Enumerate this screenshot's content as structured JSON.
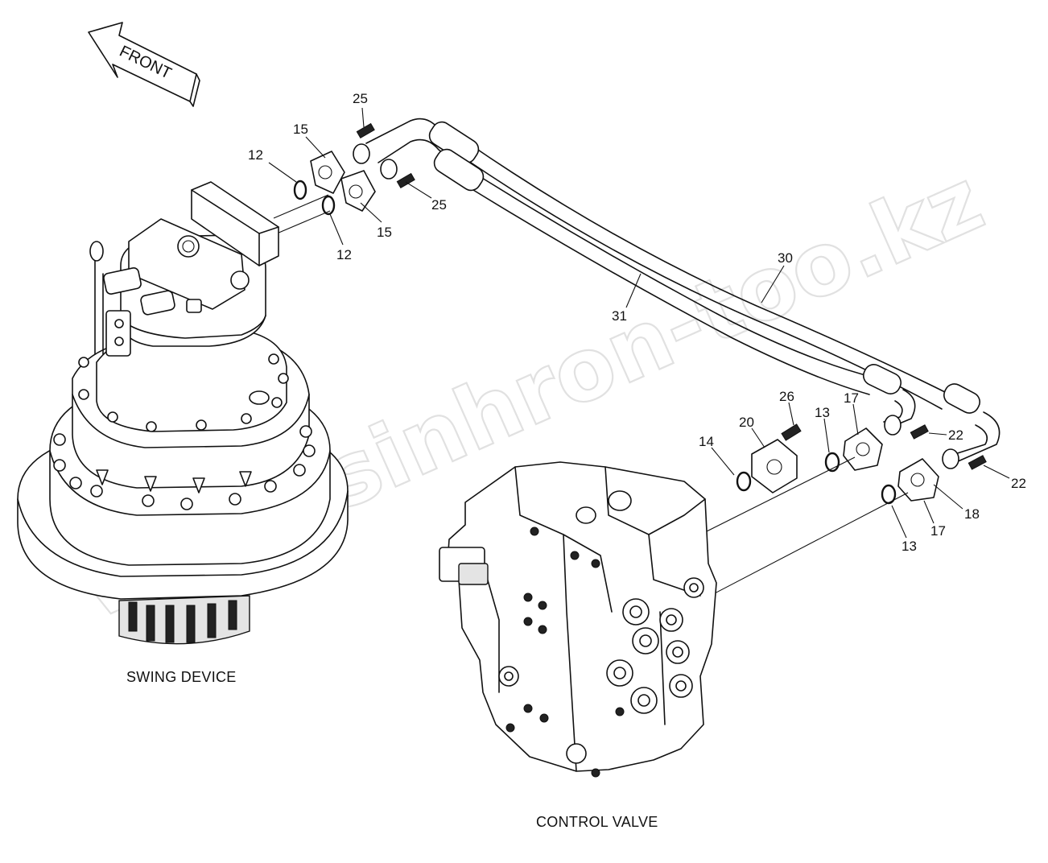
{
  "front_label": "FRONT",
  "captions": {
    "swing_device": "SWING DEVICE",
    "control_valve": "CONTROL VALVE"
  },
  "watermark": "www.sinhron-too.kz",
  "callouts": [
    {
      "id": "c25a",
      "text": "25"
    },
    {
      "id": "c15a",
      "text": "15"
    },
    {
      "id": "c12a",
      "text": "12"
    },
    {
      "id": "c25b",
      "text": "25"
    },
    {
      "id": "c15b",
      "text": "15"
    },
    {
      "id": "c12b",
      "text": "12"
    },
    {
      "id": "c30",
      "text": "30"
    },
    {
      "id": "c31",
      "text": "31"
    },
    {
      "id": "c26",
      "text": "26"
    },
    {
      "id": "c20",
      "text": "20"
    },
    {
      "id": "c14",
      "text": "14"
    },
    {
      "id": "c13a",
      "text": "13"
    },
    {
      "id": "c17a",
      "text": "17"
    },
    {
      "id": "c22a",
      "text": "22"
    },
    {
      "id": "c22b",
      "text": "22"
    },
    {
      "id": "c18",
      "text": "18"
    },
    {
      "id": "c17b",
      "text": "17"
    },
    {
      "id": "c13b",
      "text": "13"
    }
  ]
}
